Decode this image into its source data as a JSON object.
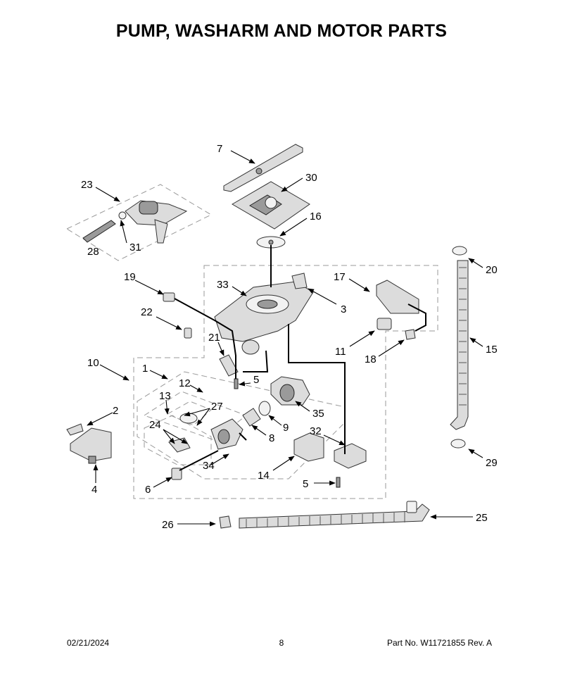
{
  "title": "PUMP, WASHARM AND MOTOR PARTS",
  "callouts": {
    "c7": "7",
    "c30": "30",
    "c16": "16",
    "c23": "23",
    "c28": "28",
    "c31": "31",
    "c19": "19",
    "c33": "33",
    "c17": "17",
    "c3": "3",
    "c22": "22",
    "c21": "21",
    "c11": "11",
    "c18": "18",
    "c20": "20",
    "c15": "15",
    "c10": "10",
    "c1": "1",
    "c12": "12",
    "c5a": "5",
    "c13": "13",
    "c27": "27",
    "c35": "35",
    "c2": "2",
    "c24": "24",
    "c9": "9",
    "c8": "8",
    "c32": "32",
    "c4": "4",
    "c34": "34",
    "c14": "14",
    "c6": "6",
    "c5b": "5",
    "c29": "29",
    "c26": "26",
    "c25": "25"
  },
  "footer": {
    "date": "02/21/2024",
    "page": "8",
    "part_no": "Part No.  W11721855   Rev.  A"
  }
}
